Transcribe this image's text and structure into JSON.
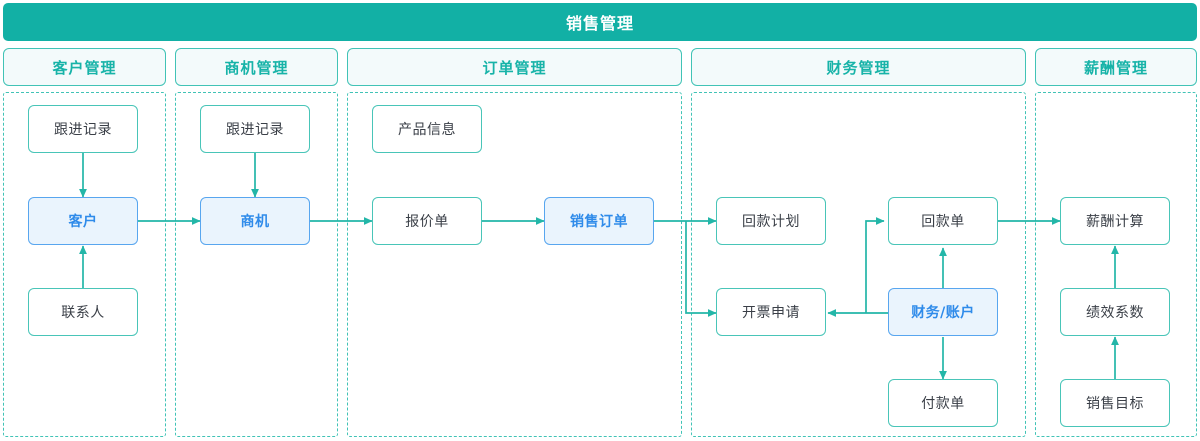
{
  "header": {
    "title": "销售管理"
  },
  "theme": {
    "header_bg": "#12b0a5",
    "teal_border": "#41c3b6",
    "teal_node_border": "#49c5b8",
    "tab_bg": "#f3fafb",
    "tab_text": "#17b3a8",
    "highlight_bg": "#eaf4fd",
    "highlight_border": "#58a6ef",
    "highlight_text": "#2f8bea",
    "node_text": "#3a3f47",
    "arrow": "#23b6a8"
  },
  "columns": [
    {
      "id": "customer",
      "label": "客户管理",
      "nodes": [
        {
          "id": "follow-up-customer",
          "label": "跟进记录",
          "highlight": false
        },
        {
          "id": "customer",
          "label": "客户",
          "highlight": true
        },
        {
          "id": "contact",
          "label": "联系人",
          "highlight": false
        }
      ]
    },
    {
      "id": "opportunity",
      "label": "商机管理",
      "nodes": [
        {
          "id": "follow-up-opportunity",
          "label": "跟进记录",
          "highlight": false
        },
        {
          "id": "opportunity",
          "label": "商机",
          "highlight": true
        }
      ]
    },
    {
      "id": "order",
      "label": "订单管理",
      "nodes": [
        {
          "id": "product-info",
          "label": "产品信息",
          "highlight": false
        },
        {
          "id": "quotation",
          "label": "报价单",
          "highlight": false
        },
        {
          "id": "sales-order",
          "label": "销售订单",
          "highlight": true
        }
      ]
    },
    {
      "id": "finance",
      "label": "财务管理",
      "nodes": [
        {
          "id": "collection-plan",
          "label": "回款计划",
          "highlight": false
        },
        {
          "id": "collection-note",
          "label": "回款单",
          "highlight": false
        },
        {
          "id": "invoice-request",
          "label": "开票申请",
          "highlight": false
        },
        {
          "id": "finance-account",
          "label": "财务/账户",
          "highlight": true
        },
        {
          "id": "payment-note",
          "label": "付款单",
          "highlight": false
        }
      ]
    },
    {
      "id": "salary",
      "label": "薪酬管理",
      "nodes": [
        {
          "id": "salary-calculation",
          "label": "薪酬计算",
          "highlight": false
        },
        {
          "id": "performance-factor",
          "label": "绩效系数",
          "highlight": false
        },
        {
          "id": "sales-target",
          "label": "销售目标",
          "highlight": false
        }
      ]
    }
  ],
  "flows": [
    {
      "from": "跟进记录",
      "to": "客户"
    },
    {
      "from": "联系人",
      "to": "客户"
    },
    {
      "from": "客户",
      "to": "商机"
    },
    {
      "from": "跟进记录",
      "to": "商机"
    },
    {
      "from": "商机",
      "to": "报价单"
    },
    {
      "from": "报价单",
      "to": "销售订单"
    },
    {
      "from": "销售订单",
      "to": "回款计划"
    },
    {
      "from": "销售订单",
      "to": "开票申请"
    },
    {
      "from": "财务/账户",
      "to": "回款单"
    },
    {
      "from": "财务/账户",
      "to": "开票申请"
    },
    {
      "from": "财务/账户",
      "to": "付款单"
    },
    {
      "from": "回款单",
      "to": "薪酬计算"
    },
    {
      "from": "销售目标",
      "to": "绩效系数"
    },
    {
      "from": "绩效系数",
      "to": "薪酬计算"
    }
  ]
}
